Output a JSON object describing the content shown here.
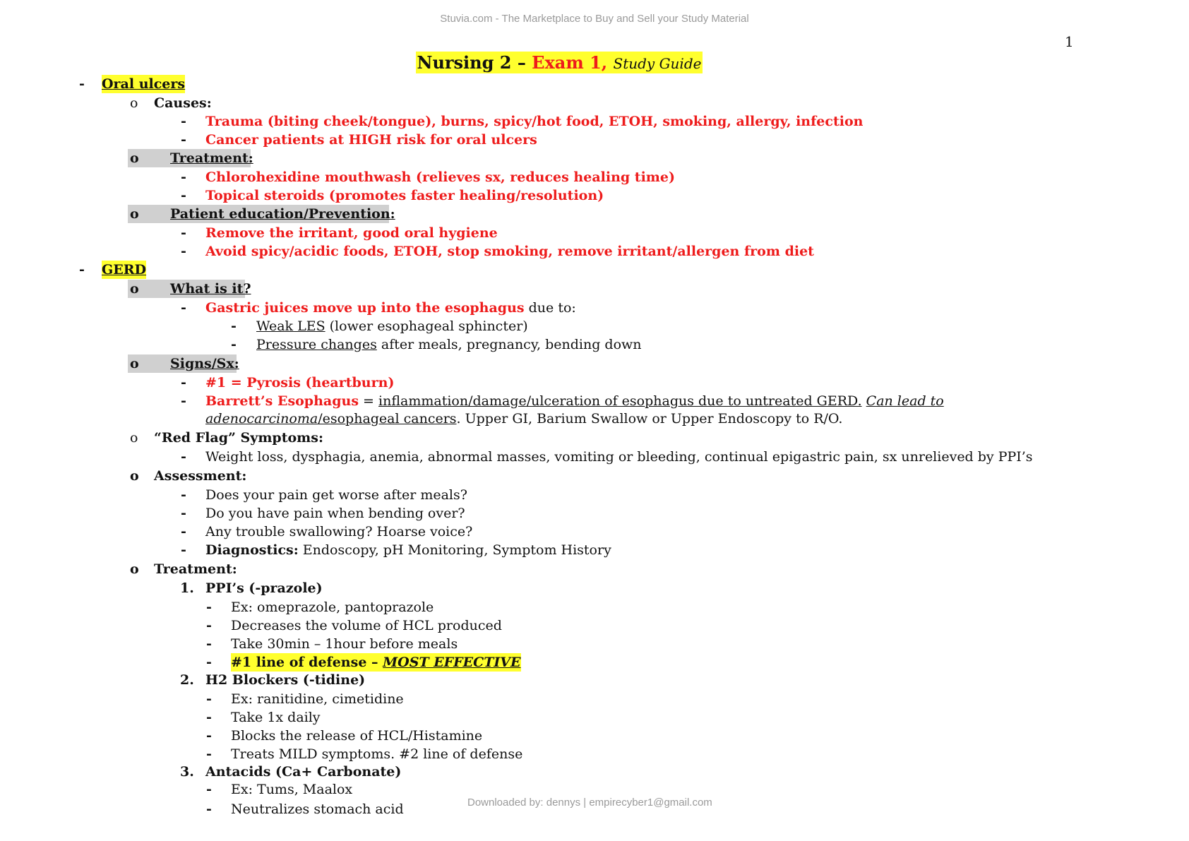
{
  "header": {
    "watermark": "Stuvia.com - The Marketplace to Buy and Sell your Study Material",
    "page_number": "1"
  },
  "title": {
    "main": "Nursing 2 – ",
    "exam": "Exam 1,",
    "sub": "Study Guide"
  },
  "oral": {
    "heading": "Oral ulcers",
    "causes_label": "Causes:",
    "causes": [
      "Trauma (biting cheek/tongue), burns, spicy/hot food, ETOH, smoking, allergy, infection",
      "Cancer patients at HIGH risk for oral ulcers"
    ],
    "treatment_label": "Treatment:",
    "treatment": [
      "Chlorohexidine mouthwash (relieves sx, reduces healing time)",
      "Topical steroids (promotes faster healing/resolution)"
    ],
    "education_label": "Patient education/Prevention:",
    "education": [
      "Remove the irritant, good oral hygiene",
      "Avoid spicy/acidic foods, ETOH, stop smoking, remove irritant/allergen from diet"
    ]
  },
  "gerd": {
    "heading": "GERD",
    "what_label": "What is it?",
    "what_red": "Gastric juices move up into the esophagus",
    "what_rest": " due to:",
    "les_u": "Weak LES",
    "les_rest": " (lower esophageal sphincter)",
    "pressure_u": "Pressure changes",
    "pressure_rest": " after meals, pregnancy, bending down",
    "signs_label": "Signs/Sx:",
    "pyrosis": "#1 = Pyrosis (heartburn)",
    "barrett_red": "Barrett’s Esophagus",
    "barrett_eq": " = ",
    "barrett_u": "inflammation/damage/ulceration of esophagus due to untreated GERD.",
    "barrett_space": " ",
    "barrett_i": "Can lead to",
    "barrett2_i": "adenocarcinoma",
    "barrett2_u": "/esophageal cancers",
    "barrett2_rest": ". Upper GI, Barium Swallow or Upper Endoscopy to R/O.",
    "redflag_label": "“Red Flag” Symptoms:",
    "redflag": "Weight loss, dysphagia, anemia, abnormal masses, vomiting or bleeding, continual epigastric pain, sx unrelieved by PPI’s",
    "assessment_label": "Assessment:",
    "assessment": [
      "Does your pain get worse after meals?",
      "Do you have pain when bending over?",
      "Any trouble swallowing? Hoarse voice?"
    ],
    "diag_label": "Diagnostics:",
    "diag_rest": " Endoscopy, pH Monitoring, Symptom History",
    "treatment_label": "Treatment:",
    "ppi": {
      "num": "1.",
      "label": "PPI’s (-prazole)",
      "items": [
        "Ex: omeprazole, pantoprazole",
        "Decreases the volume of HCL produced",
        "Take 30min – 1hour before meals"
      ],
      "defense_a": "#1 line of defense – ",
      "defense_b": "MOST EFFECTIVE"
    },
    "h2": {
      "num": "2.",
      "label": "H2 Blockers (-tidine)",
      "items": [
        "Ex: ranitidine, cimetidine",
        "Take 1x daily",
        "Blocks the release of HCL/Histamine",
        "Treats MILD symptoms. #2 line of defense"
      ]
    },
    "antacid": {
      "num": "3.",
      "label": "Antacids (Ca+ Carbonate)",
      "items": [
        "Ex: Tums, Maalox",
        "Neutralizes stomach acid"
      ]
    }
  },
  "markers": {
    "dash": "-",
    "circle": "o"
  },
  "footer": "Downloaded by: dennys | empirecyber1@gmail.com"
}
